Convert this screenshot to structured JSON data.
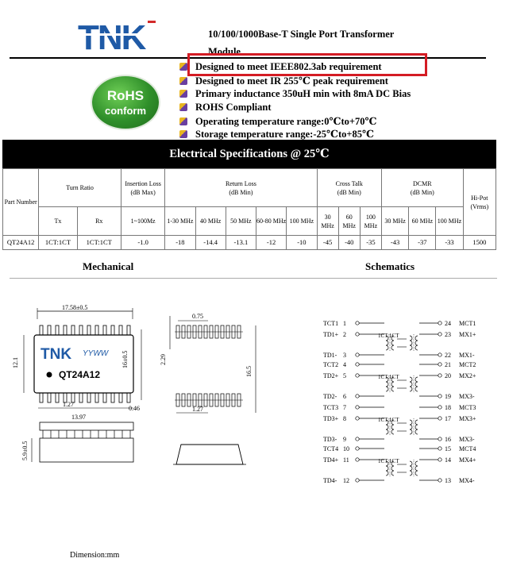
{
  "header": {
    "logo": "TNK",
    "title_line1": "10/100/1000Base-T Single Port Transformer",
    "title_line2": "Module"
  },
  "rohs_badge": {
    "line1": "RoHS",
    "line2": "conform"
  },
  "features": [
    "Designed to meet IEEE802.3ab requirement",
    "Designed to meet IR 255℃ peak requirement",
    "Primary inductance 350uH min with 8mA DC Bias",
    "ROHS Compliant",
    "Operating temperature range:0℃to+70℃",
    "Storage temperature range:-25℃to+85℃"
  ],
  "colors": {
    "highlight": "#d41c24",
    "rohs_green": "#2f8f2a",
    "logo_blue": "#1f5aa6",
    "logo_red": "#d32a2a"
  },
  "spec": {
    "title": "Electrical Specifications @ 25℃",
    "h": {
      "part_number": "Part Number",
      "turn_ratio": "Turn Ratio",
      "insertion_loss": "Insertion Loss (dB Max)",
      "return_loss": "Return Loss",
      "return_loss_unit": "(dB Min)",
      "cross_talk": "Cross Talk",
      "cross_talk_unit": "(dB Min)",
      "dcmr": "DCMR",
      "dcmr_unit": "(dB Min)",
      "hipot": "Hi-Pot",
      "hipot_unit": "(Vrms)",
      "tx": "Tx",
      "rx": "Rx",
      "il_freq": "1~100Mz",
      "rl_freq": [
        "1-30 MHz",
        "40 MHz",
        "50 MHz",
        "60-80 MHz",
        "100 MHz"
      ],
      "ct_freq": [
        "30 MHz",
        "60 MHz",
        "100 MHz"
      ],
      "dcmr_freq": [
        "30 MHz",
        "60 MHz",
        "100 MHz"
      ]
    },
    "row": {
      "part": "QT24A12",
      "tx": "1CT:1CT",
      "rx": "1CT:1CT",
      "il": "-1.0",
      "rl": [
        "-18",
        "-14.4",
        "-13.1",
        "-12",
        "-10"
      ],
      "ct": [
        "-45",
        "-40",
        "-35"
      ],
      "dcmr": [
        "-43",
        "-37",
        "-33"
      ],
      "hipot": "1500"
    }
  },
  "sections": {
    "mechanical": "Mechanical",
    "schematics": "Schematics"
  },
  "mechanical": {
    "dim_width": "17.58±0.5",
    "dim_height": "12.1",
    "dim_inner": "16±0.5",
    "dim_pitch": "1.27",
    "dim_span": "13.97",
    "dim_046": "0.46",
    "dim_075": "0.75",
    "dim_229": "2.29",
    "dim_165": "16.5",
    "dim_127b": "1.27",
    "dim_side": "5.9±0.5",
    "chip_logo": "TNK",
    "chip_code": "YYWW",
    "chip_part": "QT24A12"
  },
  "schematic": {
    "ratio": "1CT:1CT",
    "left_pins": [
      {
        "label": "TCT1",
        "num": "1"
      },
      {
        "label": "TD1+",
        "num": "2"
      },
      {
        "label": "TD1-",
        "num": "3"
      },
      {
        "label": "TCT2",
        "num": "4"
      },
      {
        "label": "TD2+",
        "num": "5"
      },
      {
        "label": "TD2-",
        "num": "6"
      },
      {
        "label": "TCT3",
        "num": "7"
      },
      {
        "label": "TD3+",
        "num": "8"
      },
      {
        "label": "TD3-",
        "num": "9"
      },
      {
        "label": "TCT4",
        "num": "10"
      },
      {
        "label": "TD4+",
        "num": "11"
      },
      {
        "label": "TD4-",
        "num": "12"
      }
    ],
    "right_pins": [
      {
        "label": "MCT1",
        "num": "24"
      },
      {
        "label": "MX1+",
        "num": "23"
      },
      {
        "label": "MX1-",
        "num": "22"
      },
      {
        "label": "MCT2",
        "num": "21"
      },
      {
        "label": "MX2+",
        "num": "20"
      },
      {
        "label": "MX3-",
        "num": "19"
      },
      {
        "label": "MCT3",
        "num": "18"
      },
      {
        "label": "MX3+",
        "num": "17"
      },
      {
        "label": "MX3-",
        "num": "16"
      },
      {
        "label": "MCT4",
        "num": "15"
      },
      {
        "label": "MX4+",
        "num": "14"
      },
      {
        "label": "MX4-",
        "num": "13"
      }
    ]
  },
  "footer": {
    "dimension": "Dimension:mm"
  }
}
